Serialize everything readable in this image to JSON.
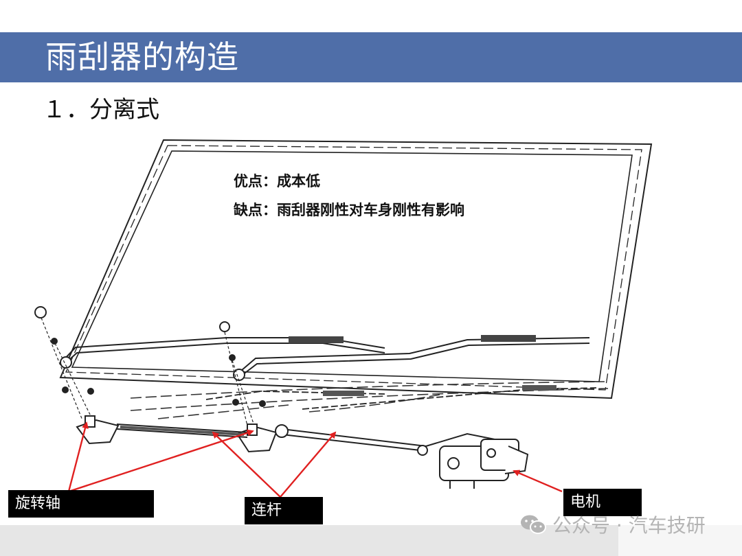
{
  "slide": {
    "title": "雨刮器的构造",
    "subtitle": "１．分离式"
  },
  "notes": {
    "advantage": "优点：成本低",
    "disadvantage": "缺点：雨刮器刚性对车身刚性有影响"
  },
  "labels": {
    "pivot": "旋转轴",
    "linkage": "连杆",
    "motor": "电机"
  },
  "watermark": {
    "text": "公众号 · 汽车技研",
    "icon": "wechat-icon"
  },
  "colors": {
    "title_bar": "#4f6ea8",
    "arrow": "#e02020",
    "label_bg": "#000000"
  }
}
